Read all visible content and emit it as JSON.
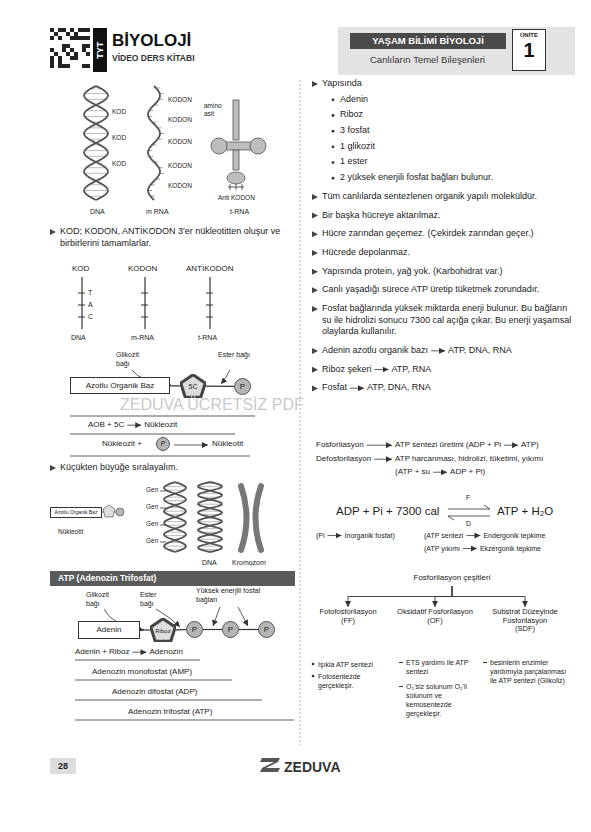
{
  "diagram": {
    "nodes": [
      {
        "text": [
          "TYT"
        ]
      },
      {
        "text": [
          "YAŞAM BİLİMİ BİYOLOJİ"
        ]
      },
      {
        "text": [
          "ÜNİTE",
          "1"
        ]
      },
      {
        "text": [
          "Azotlu Organik Baz"
        ]
      },
      {
        "text": [
          "5C"
        ]
      },
      {
        "text": [
          "P"
        ]
      },
      {
        "text": [
          "P"
        ]
      },
      {
        "text": [
          "Azotlu Organik Baz"
        ]
      },
      {
        "text": [
          "ATP (Adenozin Trifosfat)"
        ]
      },
      {
        "text": [
          "Adenin"
        ]
      },
      {
        "text": [
          "Riboz"
        ]
      },
      {
        "text": [
          "P"
        ]
      },
      {
        "text": [
          "P"
        ]
      },
      {
        "text": [
          "P"
        ]
      },
      {
        "text": [
          "Fosforilasyon çeşitleri"
        ]
      },
      {
        "text": [
          "Fotofosforilasyon",
          "(FF)"
        ]
      },
      {
        "text": [
          "Oksidatif Fosforilasyon",
          "(OF)"
        ]
      },
      {
        "text": [
          "Substrat Düzeyinde Fosforilasyon",
          "(SDF)"
        ]
      },
      {
        "text": [
          "28"
        ]
      }
    ],
    "edges": [
      {
        "from": 3,
        "to": 4,
        "arrow": "none"
      },
      {
        "from": 4,
        "to": 5,
        "arrow": "none"
      },
      {
        "from": 9,
        "to": 10,
        "arrow": "none"
      },
      {
        "from": 10,
        "to": 11,
        "arrow": "none"
      },
      {
        "from": 11,
        "to": 12,
        "arrow": "none"
      },
      {
        "from": 12,
        "to": 13,
        "arrow": "none"
      },
      {
        "from": 14,
        "to": 15,
        "arrow": "to"
      },
      {
        "from": 14,
        "to": 16,
        "arrow": "to"
      },
      {
        "from": 14,
        "to": 17,
        "arrow": "to"
      }
    ],
    "labels": [
      "BİYOLOJİ",
      "VİDEO DERS KİTABI",
      "Canlıların Temel Bileşenleri",
      "KOD",
      "KOD",
      "KOD",
      "KODON",
      "KODON",
      "KODON",
      "KODON",
      "KODON",
      "amino asit",
      "Anti KODON",
      "DNA",
      "m RNA",
      "t-RNA",
      "KOD; KODON, ANTİKODON 3'er nükleotitten oluşur ve birbirlerini tamamlarlar.",
      "KOD",
      "KODON",
      "ANTİKODON",
      "T",
      "A",
      "C",
      "DNA",
      "m-RNA",
      "t-RNA",
      "Glikozit bağı",
      "Ester bağı",
      "AOB + 5C",
      "Nükleozit",
      "Nükleozit +",
      "Nükleotit",
      "ZEDUVA ÜCRETSİZ PDF",
      "Küçükten büyüğe sıralayalım.",
      "Nükleotit",
      "Gen",
      "Gen",
      "Gen",
      "Gen",
      "DNA",
      "Kromozom",
      "Glikozit bağı",
      "Ester bağı",
      "Yüksek enerjili fosfat bağları",
      "Adenin + Riboz",
      "Adenozin",
      "Adenozin monofosfat (AMP)",
      "Adenozin difosfat (ADP)",
      "Adenozin trifosfat (ATP)",
      "Yapısında",
      "Adenin",
      "Riboz",
      "3 fosfat",
      "1 glikozit",
      "1 ester",
      "2 yüksek enerjili fosfat bağları bulunur.",
      "Tüm canlılarda sentezlenen organik yapılı moleküldür.",
      "Bir başka hücreye aktarılmaz.",
      "Hücre zarından geçemez. (Çekirdek zarından geçer.)",
      "Hücrede depolanmaz.",
      "Yapısında protein, yağ yok. (Karbohidrat var.)",
      "Canlı yaşadığı sürece ATP üretip tüketmek zorundadır.",
      "Fosfat bağlarında yüksek miktarda enerji bulunur. Bu bağların su ile hidrolizi sonucu 7300 cal açığa çıkar. Bu enerji yaşamsal olaylarda kullanılır.",
      "Adenin azotlu organik bazı",
      "ATP, DNA, RNA",
      "Riboz şekeri",
      "ATP, RNA",
      "Fosfat",
      "ATP, DNA, RNA",
      "Fosforilasyon",
      "ATP sentezi üretimi (ADP + Pi",
      "ATP)",
      "Defosforilasyon",
      "ATP harcanması, hidrolizi, tüketimi, yıkımı",
      "(ATP + su",
      "ADP + Pi)",
      "ADP + Pi + 7300 cal",
      "F",
      "D",
      "ATP + H₂O",
      "(Pi",
      "İnorganik fosfat)",
      "(ATP sentezi",
      "Endergonik tepkime",
      "(ATP yıkımı",
      "Ekzergonik tepkime",
      "Işıkla ATP sentezi",
      "Fotosentezde gerçekleşir.",
      "ETS yardımı ile ATP sentezi",
      "O₂'siz solunum O₂'li solunum ve kemosentezde gerçekleşir.",
      "besinlerin enzimler yardımıyla parçalanması ile ATP sentezi (Glikoliz)",
      "ZEDUVA"
    ]
  }
}
